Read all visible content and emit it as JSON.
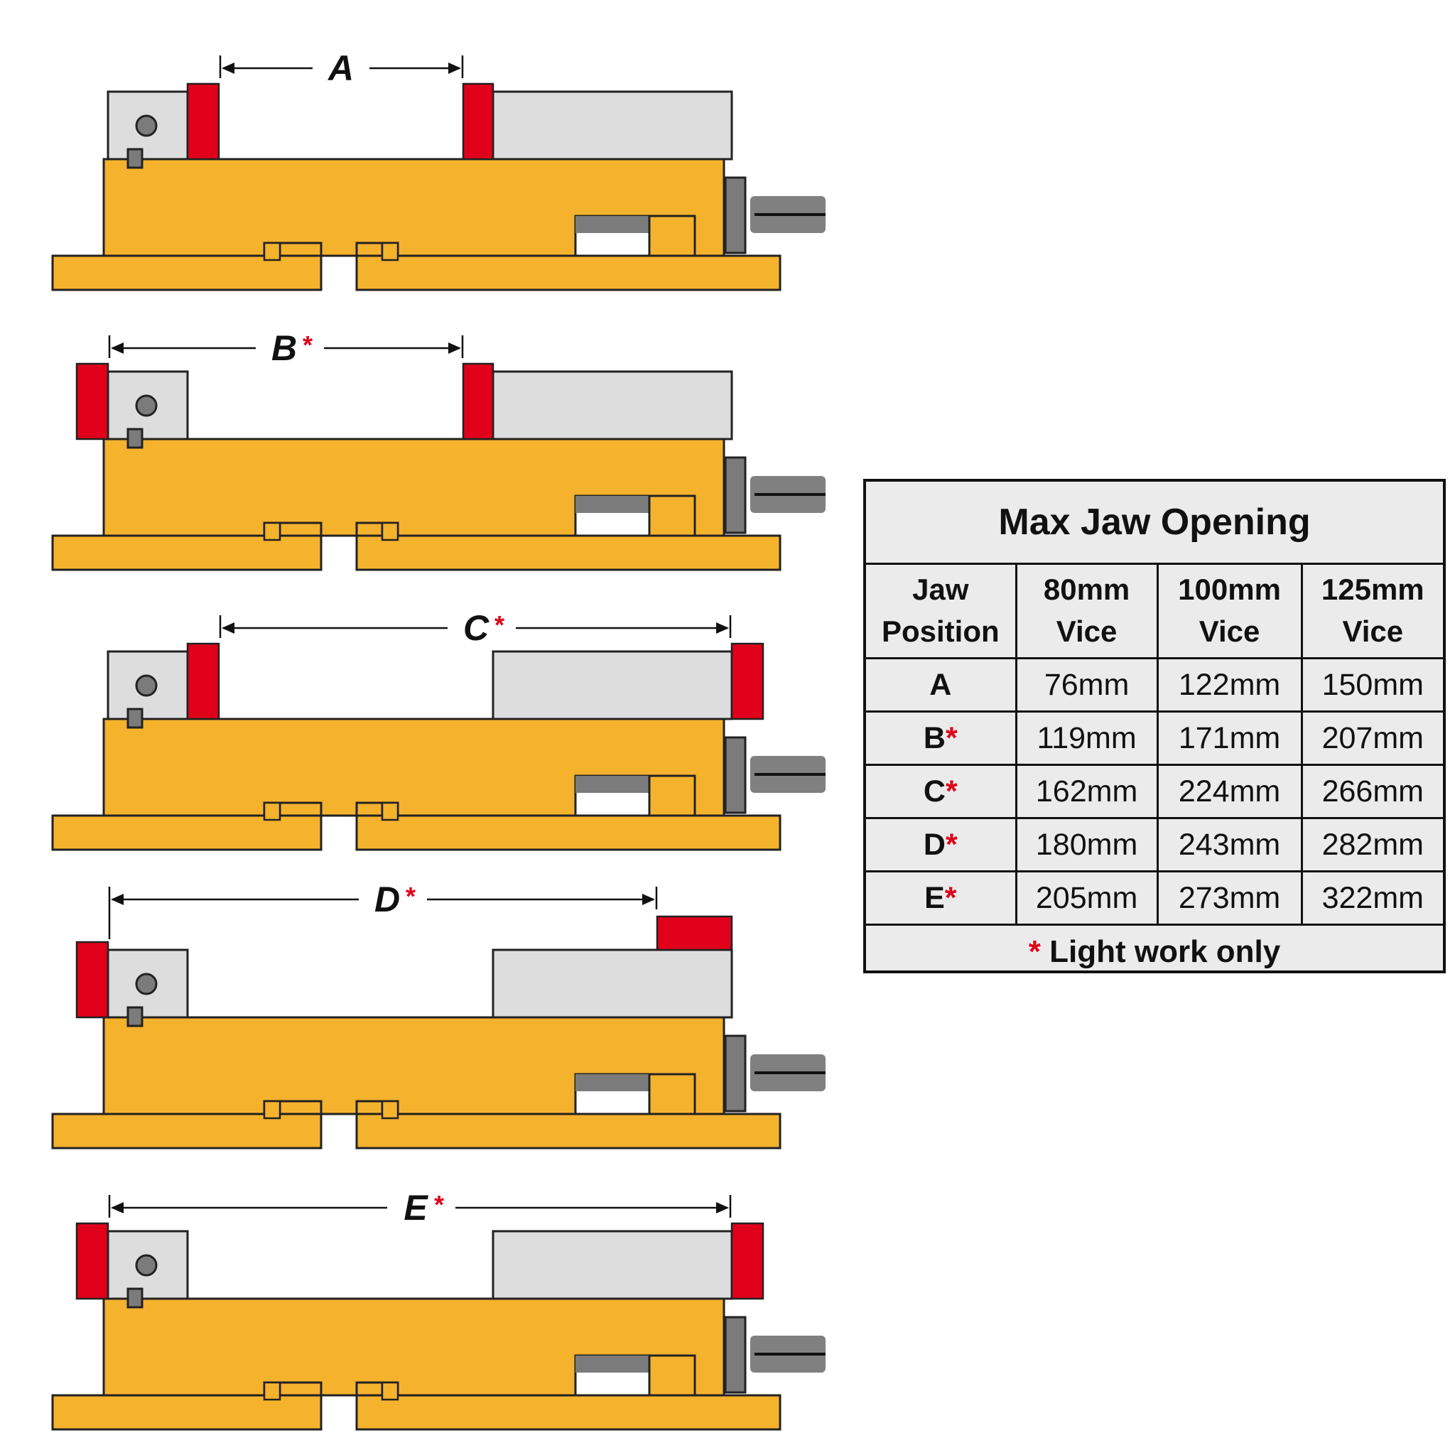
{
  "diagrams": [
    {
      "label": "A",
      "star": false,
      "left_jaw": "inner",
      "right_jaw": "inner"
    },
    {
      "label": "B",
      "star": true,
      "left_jaw": "outer",
      "right_jaw": "inner"
    },
    {
      "label": "C",
      "star": true,
      "left_jaw": "inner",
      "right_jaw": "outer"
    },
    {
      "label": "D",
      "star": true,
      "left_jaw": "outer",
      "right_jaw": "top"
    },
    {
      "label": "E",
      "star": true,
      "left_jaw": "outer",
      "right_jaw": "outer"
    }
  ],
  "colors": {
    "body": "#f5b22d",
    "jaw": "#e0001b",
    "block": "#dddddd",
    "steel": "#7b7b7b",
    "outline": "#222222"
  },
  "table": {
    "title": "Max Jaw Opening",
    "headers": [
      [
        "Jaw",
        "Position"
      ],
      [
        "80mm",
        "Vice"
      ],
      [
        "100mm",
        "Vice"
      ],
      [
        "125mm",
        "Vice"
      ]
    ],
    "rows": [
      {
        "position": "A",
        "star": "",
        "v80": "76mm",
        "v100": "122mm",
        "v125": "150mm"
      },
      {
        "position": "B",
        "star": "*",
        "v80": "119mm",
        "v100": "171mm",
        "v125": "207mm"
      },
      {
        "position": "C",
        "star": "*",
        "v80": "162mm",
        "v100": "224mm",
        "v125": "266mm"
      },
      {
        "position": "D",
        "star": "*",
        "v80": "180mm",
        "v100": "243mm",
        "v125": "282mm"
      },
      {
        "position": "E",
        "star": "*",
        "v80": "205mm",
        "v100": "273mm",
        "v125": "322mm"
      }
    ],
    "footnote_star": "*",
    "footnote": "Light work only"
  }
}
